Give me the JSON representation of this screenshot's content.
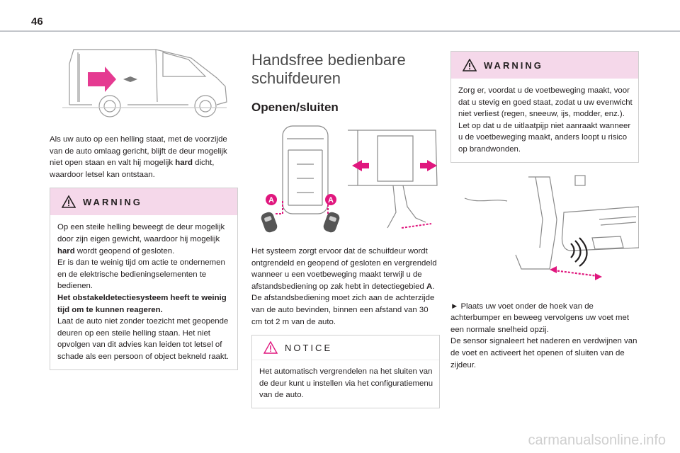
{
  "page": {
    "number": "46"
  },
  "col1": {
    "intro": {
      "t1": "Als uw auto op een helling staat, met de voorzijde van de auto omlaag gericht, blijft de deur mogelijk niet open staan en valt hij mogelijk ",
      "bold": "hard",
      "t2": " dicht, waardoor letsel kan ontstaan."
    },
    "warning": {
      "title": "WARNING",
      "p1a": "Op een steile helling beweegt de deur mogelijk door zijn eigen gewicht, waardoor hij mogelijk ",
      "p1bold": "hard",
      "p1b": " wordt geopend of gesloten.",
      "p2": "Er is dan te weinig tijd om actie te ondernemen en de elektrische bedieningselementen te bedienen.",
      "p3": "Het obstakeldetectiesysteem heeft te weinig tijd om te kunnen reageren.",
      "p4": "Laat de auto niet zonder toezicht met geopende deuren op een steile helling staan. Het niet opvolgen van dit advies kan leiden tot letsel of schade als een persoon of object bekneld raakt."
    }
  },
  "col2": {
    "section_title": "Handsfree bedienbare schuifdeuren",
    "subsection_title": "Openen/sluiten",
    "fig_label_a": "A",
    "body": {
      "p1": "Het systeem zorgt ervoor dat de schuifdeur wordt ontgrendeld en geopend of gesloten en vergrendeld wanneer u een voetbeweging maakt terwijl u de afstandsbediening op zak hebt in detectiegebied ",
      "p1bold": "A",
      "p1end": ".",
      "p2": "De afstandsbediening moet zich aan de achterzijde van de auto bevinden, binnen een afstand van 30 cm tot 2 m van de auto."
    },
    "notice": {
      "title": "NOTICE",
      "text": "Het automatisch vergrendelen na het sluiten van de deur kunt u instellen via het configuratiemenu van de auto."
    }
  },
  "col3": {
    "warning": {
      "title": "WARNING",
      "p1": "Zorg er, voordat u de voetbeweging maakt, voor dat u stevig en goed staat, zodat u uw evenwicht niet verliest (regen, sneeuw, ijs, modder, enz.).",
      "p2": "Let op dat u de uitlaatpijp niet aanraakt wanneer u de voetbeweging maakt, anders loopt u risico op brandwonden."
    },
    "instructions": {
      "p1": "► Plaats uw voet onder de hoek van de achterbumper en beweeg vervolgens uw voet met een normale snelheid opzij.",
      "p2": "De sensor signaleert het naderen en verdwijnen van de voet en activeert het openen of sluiten van de zijdeur."
    }
  },
  "watermark": "carmanualsonline.info",
  "colors": {
    "warning_bg": "#f5d8ea",
    "arrow": "#e0177e",
    "rule": "#c3c6cb"
  }
}
